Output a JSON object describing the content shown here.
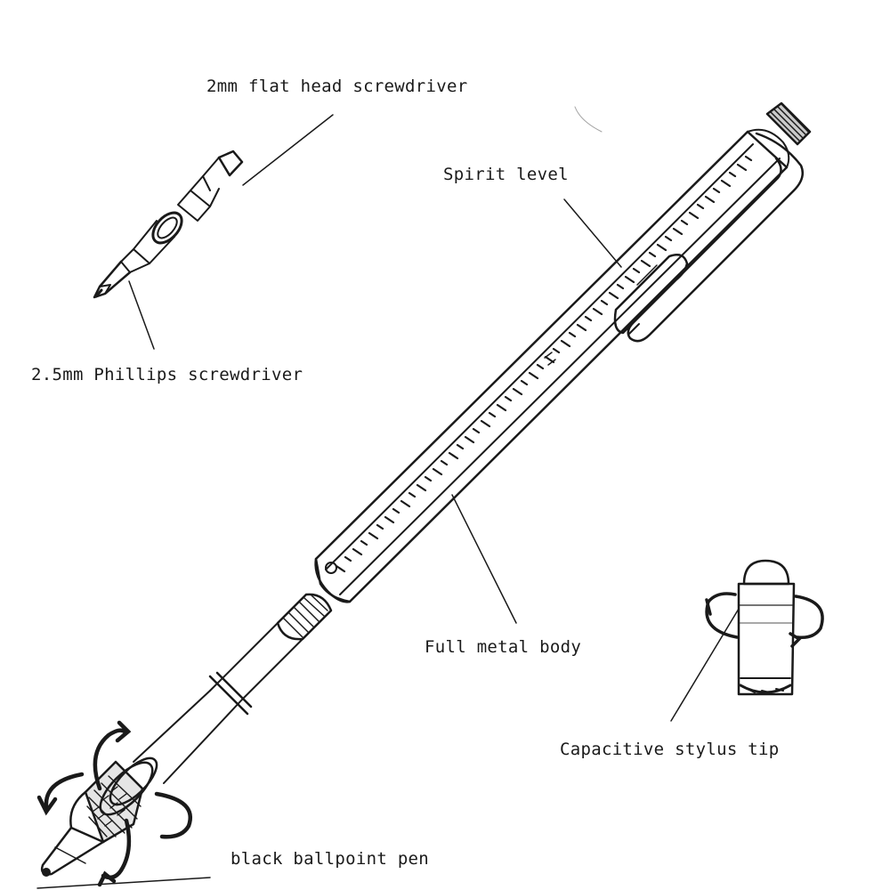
{
  "labels": {
    "flat_head": "2mm flat head screwdriver",
    "phillips": "2.5mm Phillips screwdriver",
    "spirit_level": "Spirit level",
    "metal_body": "Full metal body",
    "stylus_tip": "Capacitive stylus tip",
    "ballpoint": "black ballpoint pen"
  },
  "colors": {
    "line": "#1a1a1a",
    "background": "#ffffff"
  }
}
